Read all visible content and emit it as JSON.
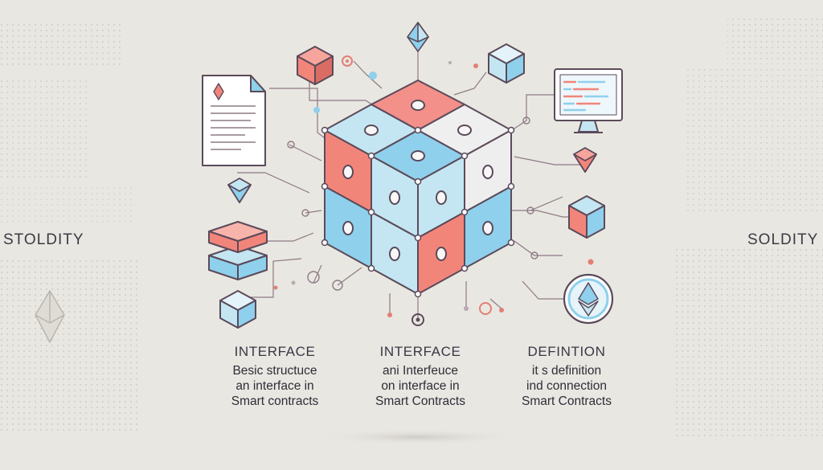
{
  "side_labels": {
    "left": "STOLDITY",
    "right": "SOLDITY"
  },
  "columns": [
    {
      "heading": "INTERFACE",
      "lines": [
        "Besic structuce",
        "an interface in",
        "Smart contracts"
      ]
    },
    {
      "heading": "INTERFACE",
      "lines": [
        "ani Interfeuce",
        "on interface in",
        "Smart Contracts"
      ]
    },
    {
      "heading": "DEFINTION",
      "lines": [
        "it s definition",
        "ind connection",
        "Smart Contracts"
      ]
    }
  ],
  "colors": {
    "background": "#e9e7e1",
    "coral": "#f2857a",
    "sky": "#8fd0ec",
    "pale_blue": "#c4e6f2",
    "light_gray": "#eeeeee",
    "outline": "#5b4a5a"
  },
  "icons": [
    "document-icon",
    "ethereum-icon",
    "monitor-icon",
    "ethereum-coin-icon",
    "cube-icon",
    "server-stack-icon"
  ]
}
